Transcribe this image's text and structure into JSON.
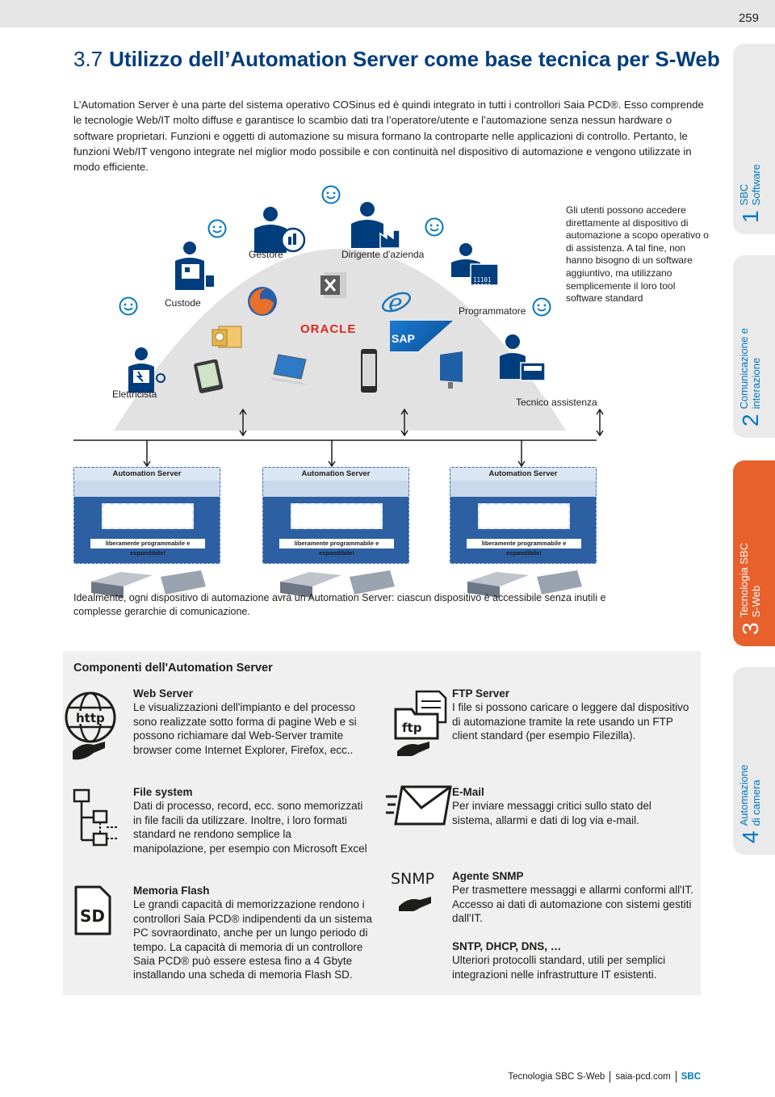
{
  "page_number": "259",
  "title": {
    "number": "3.7",
    "text": "Utilizzo dell’Automation Server come base tecnica per S-Web"
  },
  "intro": "L’Automation Server è una parte del sistema operativo COSinus ed è quindi integrato in tutti i controllori Saia PCD®. Esso comprende le tecnologie Web/IT molto diffuse e garantisce lo scambio dati tra l’operatore/utente e l’automazione senza nessun hardware o software proprietari. Funzioni e oggetti di automazione su misura formano la controparte nelle applicazioni di controllo. Pertanto, le funzioni Web/IT vengono integrate nel miglior modo possibile e con continuità nel dispositivo di automazione e vengono utilizzate in modo efficiente.",
  "tabs": [
    {
      "num": "1",
      "line1": "SBC",
      "line2": "Software"
    },
    {
      "num": "2",
      "line1": "Comunicazione e",
      "line2": "interazione"
    },
    {
      "num": "3",
      "line1": "Tecnologia SBC",
      "line2": "S-Web"
    },
    {
      "num": "4",
      "line1": "Automazione",
      "line2": "di camera"
    }
  ],
  "diagram": {
    "persons": {
      "elettricista": "Elettricista",
      "custode": "Custode",
      "gestore": "Gestore",
      "dirigente": "Dirigente d'azienda",
      "programmatore": "Programmatore",
      "tecnico": "Tecnico assistenza"
    },
    "logos": {
      "oracle": "ORACLE",
      "sap": "SAP"
    },
    "binary": "11101 01001",
    "note": "Gli utenti possono accedere direttamente al dispositivo di automazione a scopo operativo o di assistenza. A tal fine, non hanno bisogno di un software aggiuntivo, ma utilizzano semplicemente il loro tool software standard",
    "servers": [
      {
        "title": "Automation Server",
        "tag": "liberamente programmabile e espandibile!"
      },
      {
        "title": "Automation Server",
        "tag": "liberamente programmabile e espandibile!"
      },
      {
        "title": "Automation Server",
        "tag": "liberamente programmabile e espandibile!"
      }
    ]
  },
  "caption": "Idealmente, ogni dispositivo di automazione avrà un Automation Server: ciascun dispositivo è accessibile senza inutili e complesse gerarchie di comunicazione.",
  "components": {
    "heading": "Componenti dell'Automation Server",
    "items": [
      {
        "title": "Web Server",
        "text": "Le visualizzazioni dell'impianto e del processo sono realizzate sotto forma di pagine Web e si possono richiamare dal Web-Server tramite browser come Internet Explorer, Firefox, ecc..",
        "icon": "globe-http-icon",
        "icon_text": "http"
      },
      {
        "title": "FTP Server",
        "text": "I file si possono caricare o leggere dal dispositivo di automazione tramite la rete usando un FTP client standard (per esempio Filezilla).",
        "icon": "ftp-folder-icon",
        "icon_text": "ftp"
      },
      {
        "title": "File system",
        "text": "Dati di processo, record, ecc. sono memorizzati in file facili da utilizzare. Inoltre, i loro formati standard ne rendono semplice la manipolazione, per esempio con Microsoft Excel",
        "icon": "file-tree-icon"
      },
      {
        "title": "E-Mail",
        "text": "Per inviare messaggi critici sullo stato del sistema, allarmi e dati di log via e-mail.",
        "icon": "envelope-icon"
      },
      {
        "title": "Memoria Flash",
        "text": "Le grandi capacità di memorizzazione rendono i controllori Saia PCD® indipendenti da un sistema PC sovraordinato, anche per un lungo periodo di tempo. La capacità di memoria di un controllore Saia PCD® può essere estesa fino a 4 Gbyte installando una scheda di memoria Flash SD.",
        "icon": "sd-card-icon",
        "icon_text": "SD"
      },
      {
        "title": "Agente SNMP",
        "text": "Per trasmettere messaggi e allarmi conformi all'IT. Accesso ai dati di automazione con sistemi gestiti dall'IT.",
        "icon": "snmp-icon",
        "icon_text": "SNMP"
      },
      {
        "title": "SNTP, DHCP, DNS, …",
        "text": "Ulteriori protocolli standard, utili per semplici integrazioni nelle infrastrutture IT esistenti."
      }
    ]
  },
  "footer": {
    "section": "Tecnologia SBC S-Web",
    "site": "saia-pcd.com",
    "brand": "SBC"
  },
  "colors": {
    "title_blue": "#003d7c",
    "accent_blue": "#0079c2",
    "tab_orange": "#e8602c",
    "tab_gray": "#eaeaea",
    "server_blue": "#2d5fa3"
  }
}
